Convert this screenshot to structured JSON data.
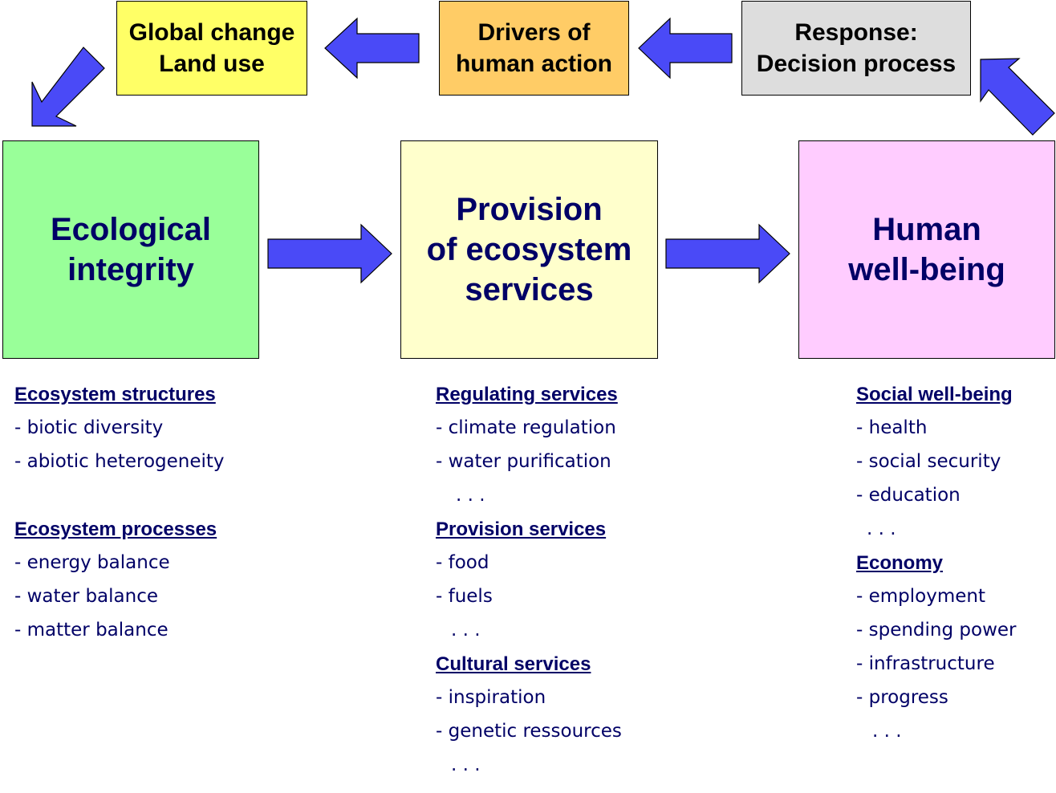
{
  "top_boxes": {
    "global": [
      "Global change",
      "Land use"
    ],
    "drivers": [
      "Drivers of",
      "human action"
    ],
    "response": [
      "Response:",
      "Decision process"
    ]
  },
  "main_boxes": {
    "ecological": [
      "Ecological",
      "integrity"
    ],
    "provision": [
      "Provision",
      "of ecosystem",
      "services"
    ],
    "human": [
      "Human",
      "well-being"
    ]
  },
  "left_column": {
    "structures_heading": "Ecosystem structures",
    "structures": [
      "- biotic diversity",
      "- abiotic heterogeneity"
    ],
    "processes_heading": "Ecosystem processes",
    "processes": [
      "- energy balance",
      "- water balance",
      "- matter balance"
    ]
  },
  "middle_column": {
    "regulating_heading": "Regulating services",
    "regulating": [
      "- climate regulation",
      "- water purification"
    ],
    "regulating_more": ". . .",
    "provision_heading": "Provision services",
    "provision": [
      "- food",
      "- fuels"
    ],
    "provision_more": ". . .",
    "cultural_heading": "Cultural services",
    "cultural": [
      "- inspiration",
      "- genetic ressources"
    ],
    "cultural_more": ". . ."
  },
  "right_column": {
    "social_heading": "Social well-being",
    "social": [
      "- health",
      "- social security",
      "- education"
    ],
    "social_more": ". . .",
    "economy_heading": "Economy",
    "economy": [
      "- employment",
      "- spending power",
      "- infrastructure",
      "- progress"
    ],
    "economy_more": ". . ."
  },
  "colors": {
    "arrow_fill": "#4a4af7",
    "text_dark_blue": "#000066",
    "global_box": "#ffff66",
    "drivers_box": "#ffcc66",
    "response_box": "#dddddd",
    "ecological_box": "#99ff99",
    "provision_box": "#ffffcc",
    "human_box": "#ffccff"
  }
}
